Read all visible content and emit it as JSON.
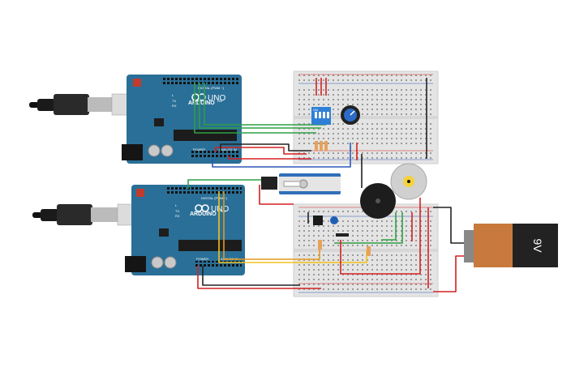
{
  "arduino_top": {
    "logo_text": "ARDUINO",
    "model_label": "UNO",
    "digital_label": "DIGITAL (PWM ~)",
    "power_label": "POWER",
    "analog_label": "ANALOG IN",
    "tx_label": "TX",
    "rx_label": "RX",
    "l_label": "L",
    "on_label": "ON"
  },
  "arduino_bottom": {
    "logo_text": "ARDUINO",
    "model_label": "UNO",
    "digital_label": "DIGITAL (PWM ~)",
    "power_label": "POWER",
    "analog_label": "ANALOG IN",
    "tx_label": "TX",
    "rx_label": "RX",
    "l_label": "L",
    "on_label": "ON"
  },
  "dip_switch": {
    "label": "ON"
  },
  "battery": {
    "label": "9V"
  },
  "colors": {
    "arduino_blue": "#2a6f97",
    "breadboard": "#e4e4e4",
    "wire_red": "#d42020",
    "wire_green": "#2ea043",
    "wire_yellow": "#f2c21b",
    "wire_black": "#222222",
    "battery_orange": "#c8793d"
  }
}
